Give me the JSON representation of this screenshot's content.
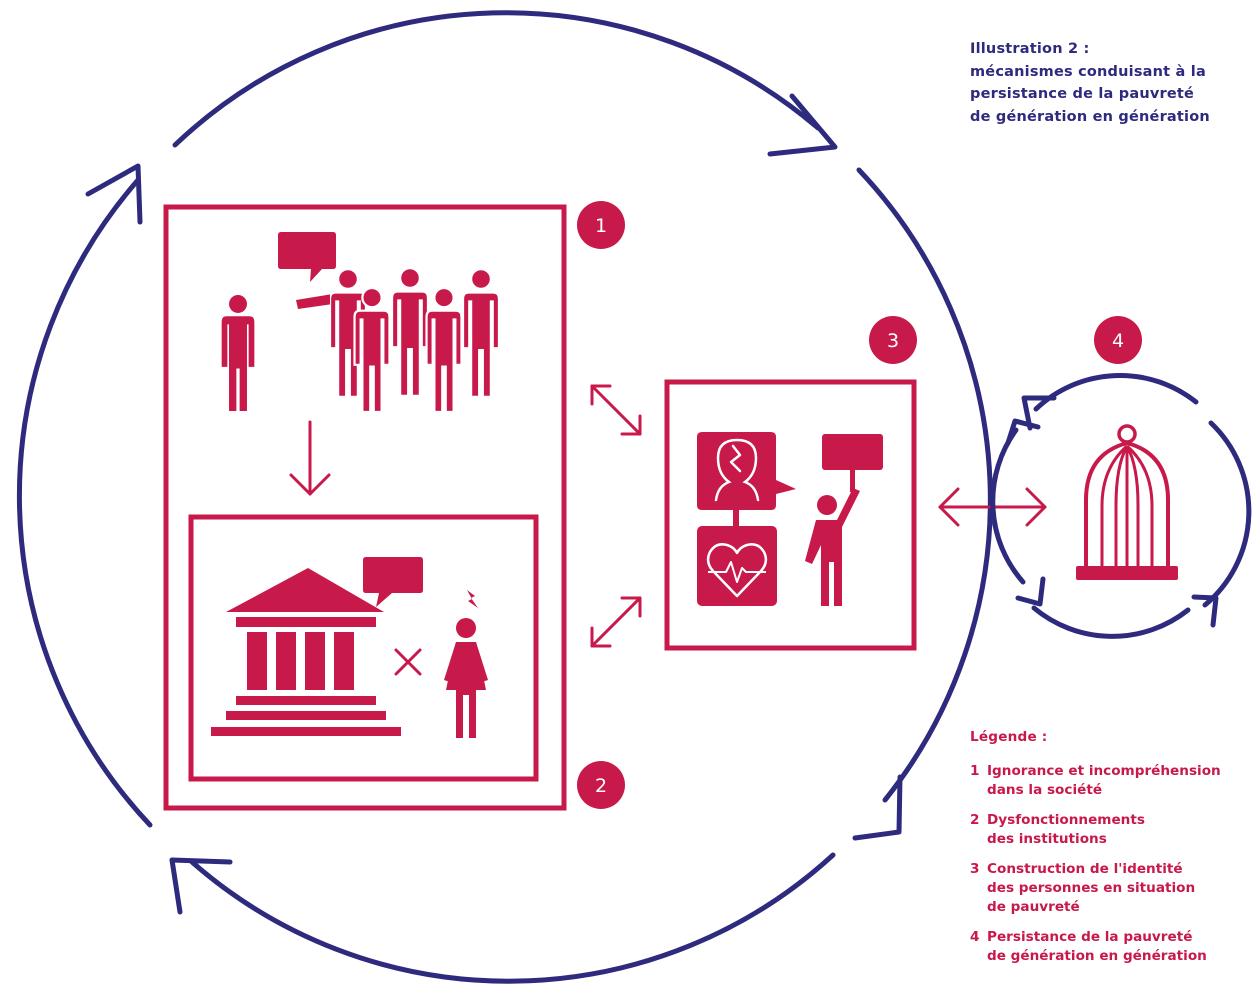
{
  "title": {
    "line1": "Illustration 2 :",
    "line2": "mécanismes conduisant à la",
    "line3": "persistance de la pauvreté",
    "line4": "de génération en génération"
  },
  "badges": [
    "1",
    "2",
    "3",
    "4"
  ],
  "legend": {
    "heading": "Légende :",
    "items": [
      {
        "num": "1",
        "text": "Ignorance et incompréhension\ndans la société"
      },
      {
        "num": "2",
        "text": "Dysfonctionnements\ndes institutions"
      },
      {
        "num": "3",
        "text": "Construction de l'identité\ndes personnes en situation\nde pauvreté"
      },
      {
        "num": "4",
        "text": "Persistance de la pauvreté\nde génération en génération"
      }
    ]
  },
  "colors": {
    "navy": "#2e2a7e",
    "crimson": "#c8194b"
  },
  "icons": [
    "cycle-arrows-icon",
    "speech-bubble-icon",
    "lone-person-icon",
    "group-people-icon",
    "down-arrow-icon",
    "institution-building-icon",
    "cross-icon",
    "woman-lightning-icon",
    "double-arrow-icon",
    "broken-head-icon",
    "heart-pulse-icon",
    "protest-person-icon",
    "birdcage-icon"
  ]
}
